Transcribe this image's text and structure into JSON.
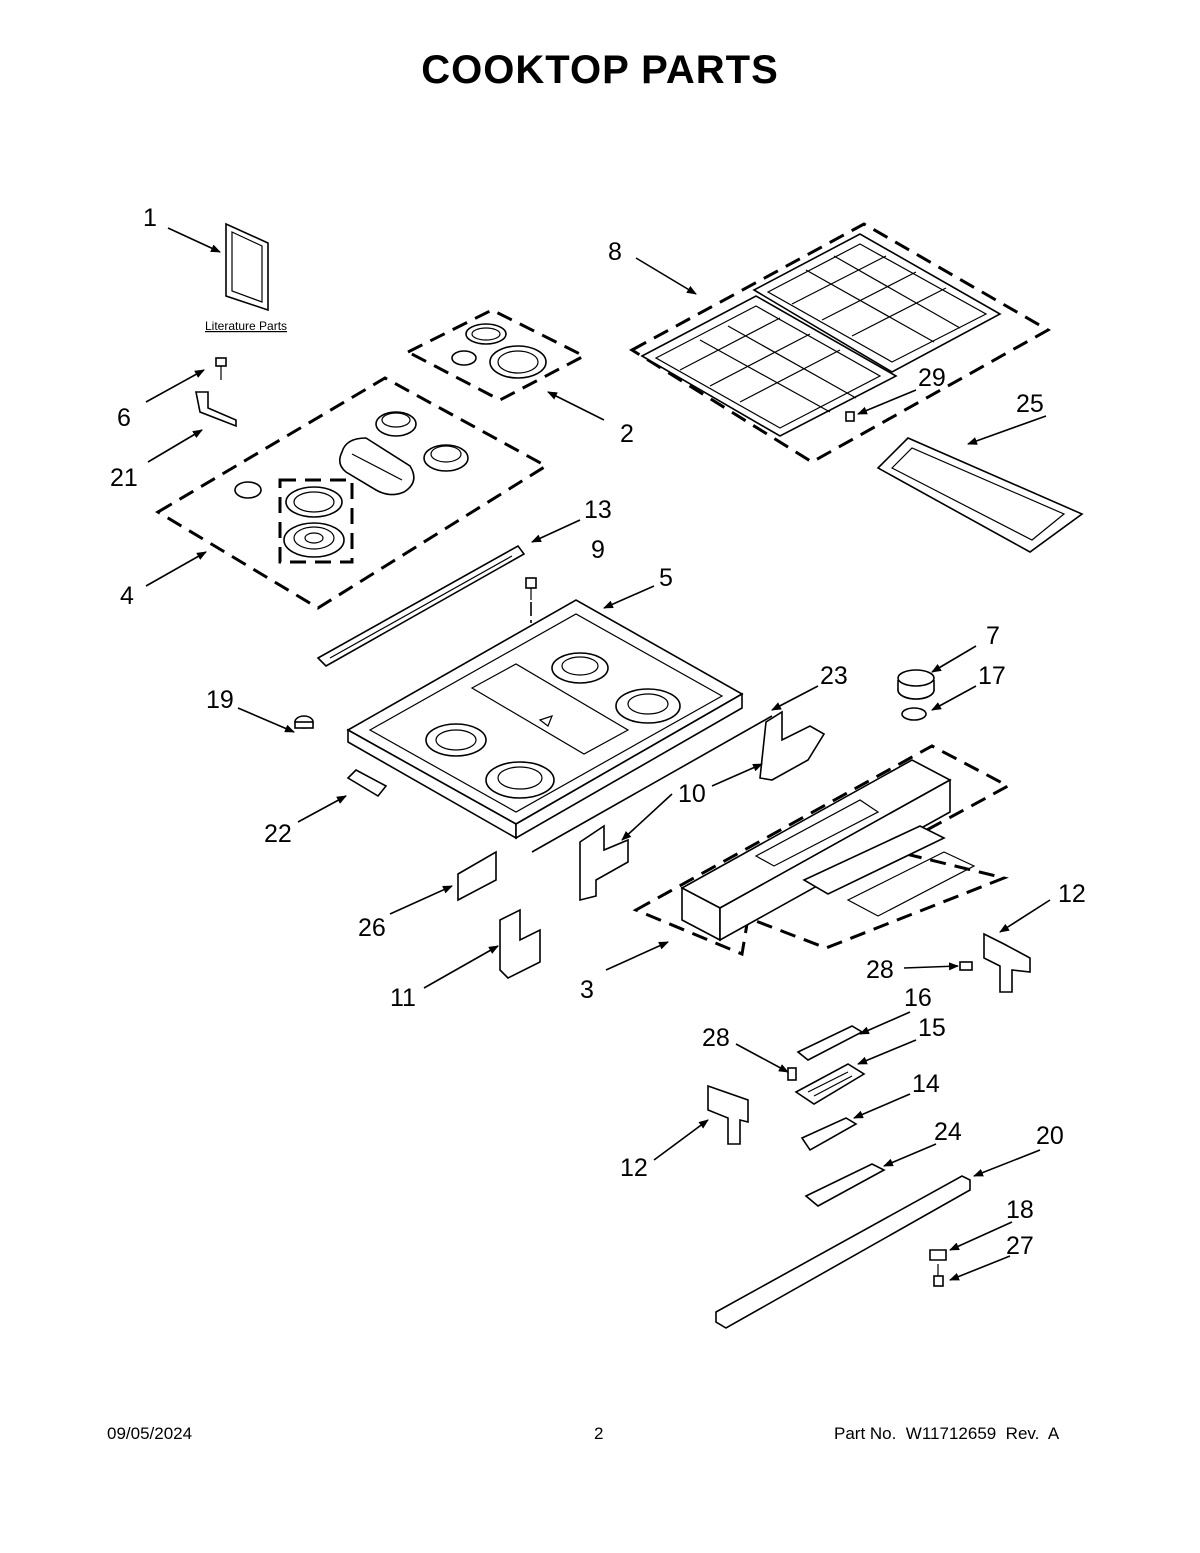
{
  "title": "COOKTOP PARTS",
  "literature_label": "Literature Parts",
  "callouts": {
    "c1": "1",
    "c2": "2",
    "c3": "3",
    "c4": "4",
    "c5": "5",
    "c6": "6",
    "c7": "7",
    "c8": "8",
    "c9": "9",
    "c10": "10",
    "c11": "11",
    "c12a": "12",
    "c12b": "12",
    "c13": "13",
    "c14": "14",
    "c15": "15",
    "c16": "16",
    "c17": "17",
    "c18": "18",
    "c19": "19",
    "c20": "20",
    "c21": "21",
    "c22": "22",
    "c23": "23",
    "c24": "24",
    "c25": "25",
    "c26": "26",
    "c27": "27",
    "c28a": "28",
    "c28b": "28",
    "c29": "29"
  },
  "footer": {
    "date": "09/05/2024",
    "page": "2",
    "part_no": "Part No.  W11712659  Rev.  A"
  }
}
